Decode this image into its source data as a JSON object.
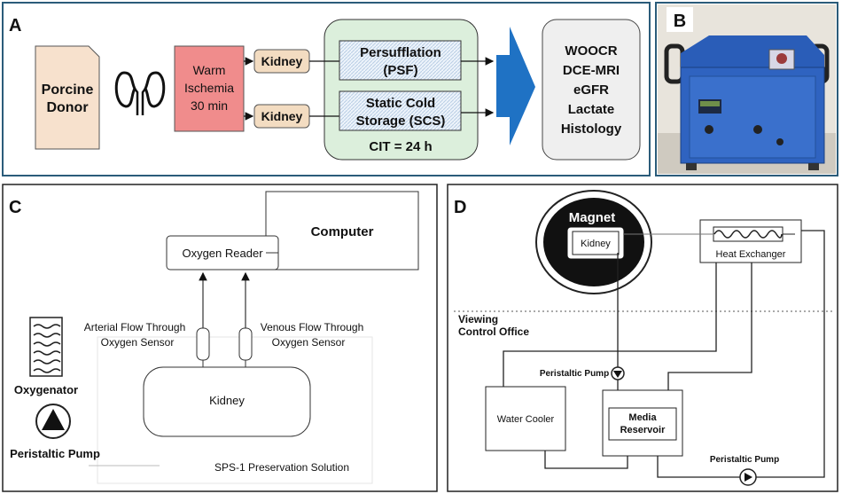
{
  "panel_a": {
    "label": "A",
    "donor": [
      "Porcine",
      "Donor"
    ],
    "ischemia": [
      "Warm",
      "Ischemia",
      "30 min"
    ],
    "kidney_top": "Kidney",
    "kidney_bottom": "Kidney",
    "psf": [
      "Persufflation",
      "(PSF)"
    ],
    "scs": [
      "Static Cold",
      "Storage  (SCS)"
    ],
    "cit": "CIT = 24 h",
    "outcomes": [
      "WOOCR",
      "DCE-MRI",
      "eGFR",
      "Lactate",
      "Histology"
    ],
    "colors": {
      "border": "#2b5c7a",
      "donor": "#f7e1cd",
      "ischemia": "#f08c8c",
      "kidney": "#f3dcc1",
      "preservation": "#dcefdc",
      "arrow": "#1f72c4"
    }
  },
  "panel_b": {
    "label": "B"
  },
  "panel_c": {
    "label": "C",
    "computer": "Computer",
    "oxygen_reader": "Oxygen Reader",
    "arterial": [
      "Arterial Flow Through",
      "Oxygen Sensor"
    ],
    "venous": [
      "Venous Flow Through",
      "Oxygen Sensor"
    ],
    "oxygenator": "Oxygenator",
    "pump": "Peristaltic Pump",
    "kidney": "Kidney",
    "solution": "SPS-1 Preservation Solution"
  },
  "panel_d": {
    "label": "D",
    "magnet": "Magnet",
    "kidney": "Kidney",
    "heat_exchanger": "Heat Exchanger",
    "viewing": [
      "Viewing",
      "Control Office"
    ],
    "pump_top": "Peristaltic Pump",
    "water_cooler": "Water Cooler",
    "media": [
      "Media",
      "Reservoir"
    ],
    "pump_bottom": "Peristaltic Pump"
  }
}
